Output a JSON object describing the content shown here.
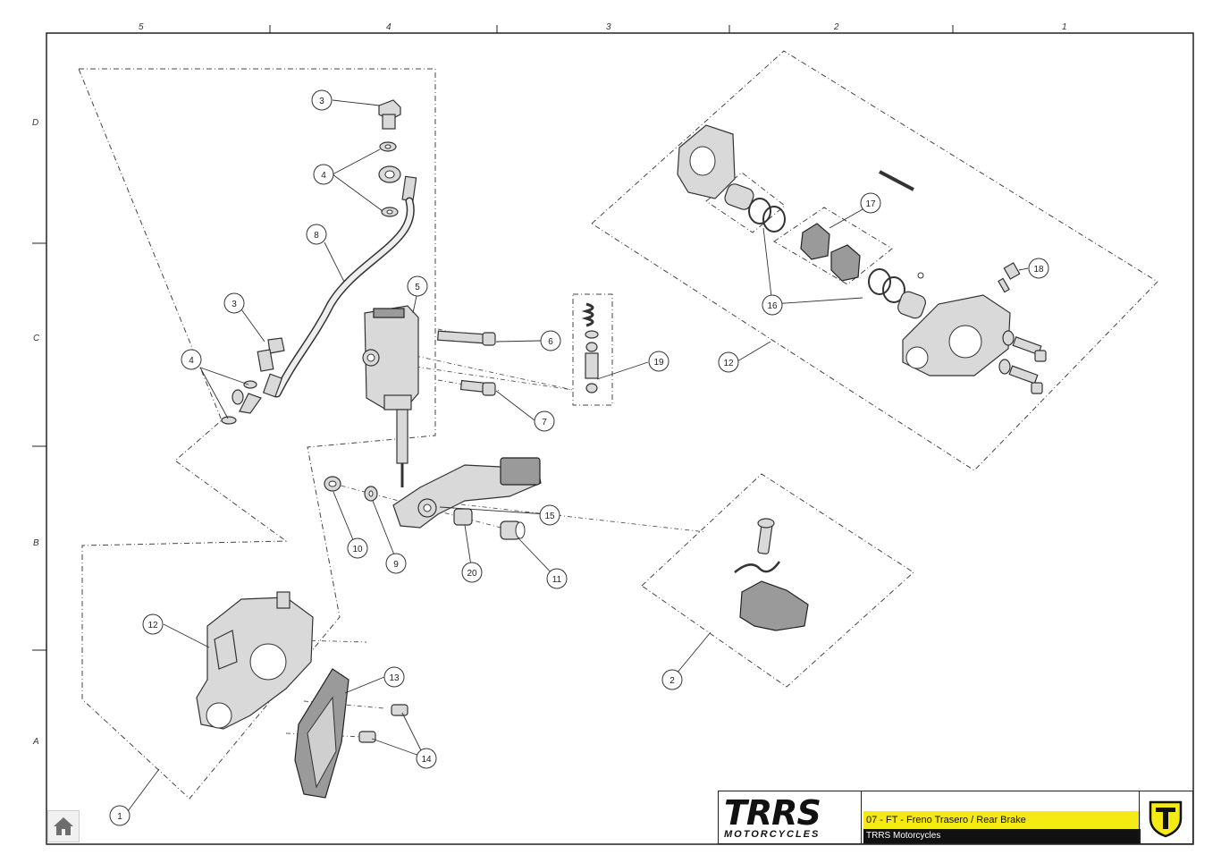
{
  "grid": {
    "columns": [
      "5",
      "4",
      "3",
      "2",
      "1"
    ],
    "rows": [
      "D",
      "C",
      "B",
      "A"
    ]
  },
  "callouts": {
    "c1": "1",
    "c2": "2",
    "c3a": "3",
    "c3b": "3",
    "c4a": "4",
    "c4b": "4",
    "c5": "5",
    "c6": "6",
    "c7": "7",
    "c8": "8",
    "c9": "9",
    "c10": "10",
    "c11": "11",
    "c12a": "12",
    "c12b": "12",
    "c13": "13",
    "c14": "14",
    "c15": "15",
    "c16": "16",
    "c17": "17",
    "c18": "18",
    "c19": "19",
    "c20": "20"
  },
  "title_block": {
    "brand_wordmark": "TRRS",
    "brand_sub": "MOTORCYCLES",
    "title": "07 - FT - Freno Trasero / Rear Brake",
    "company": "TRRS Motorcycles",
    "accent_color": "#f5ea14"
  },
  "icons": {
    "home": "home-icon",
    "emblem": "trrs-shield-icon"
  }
}
